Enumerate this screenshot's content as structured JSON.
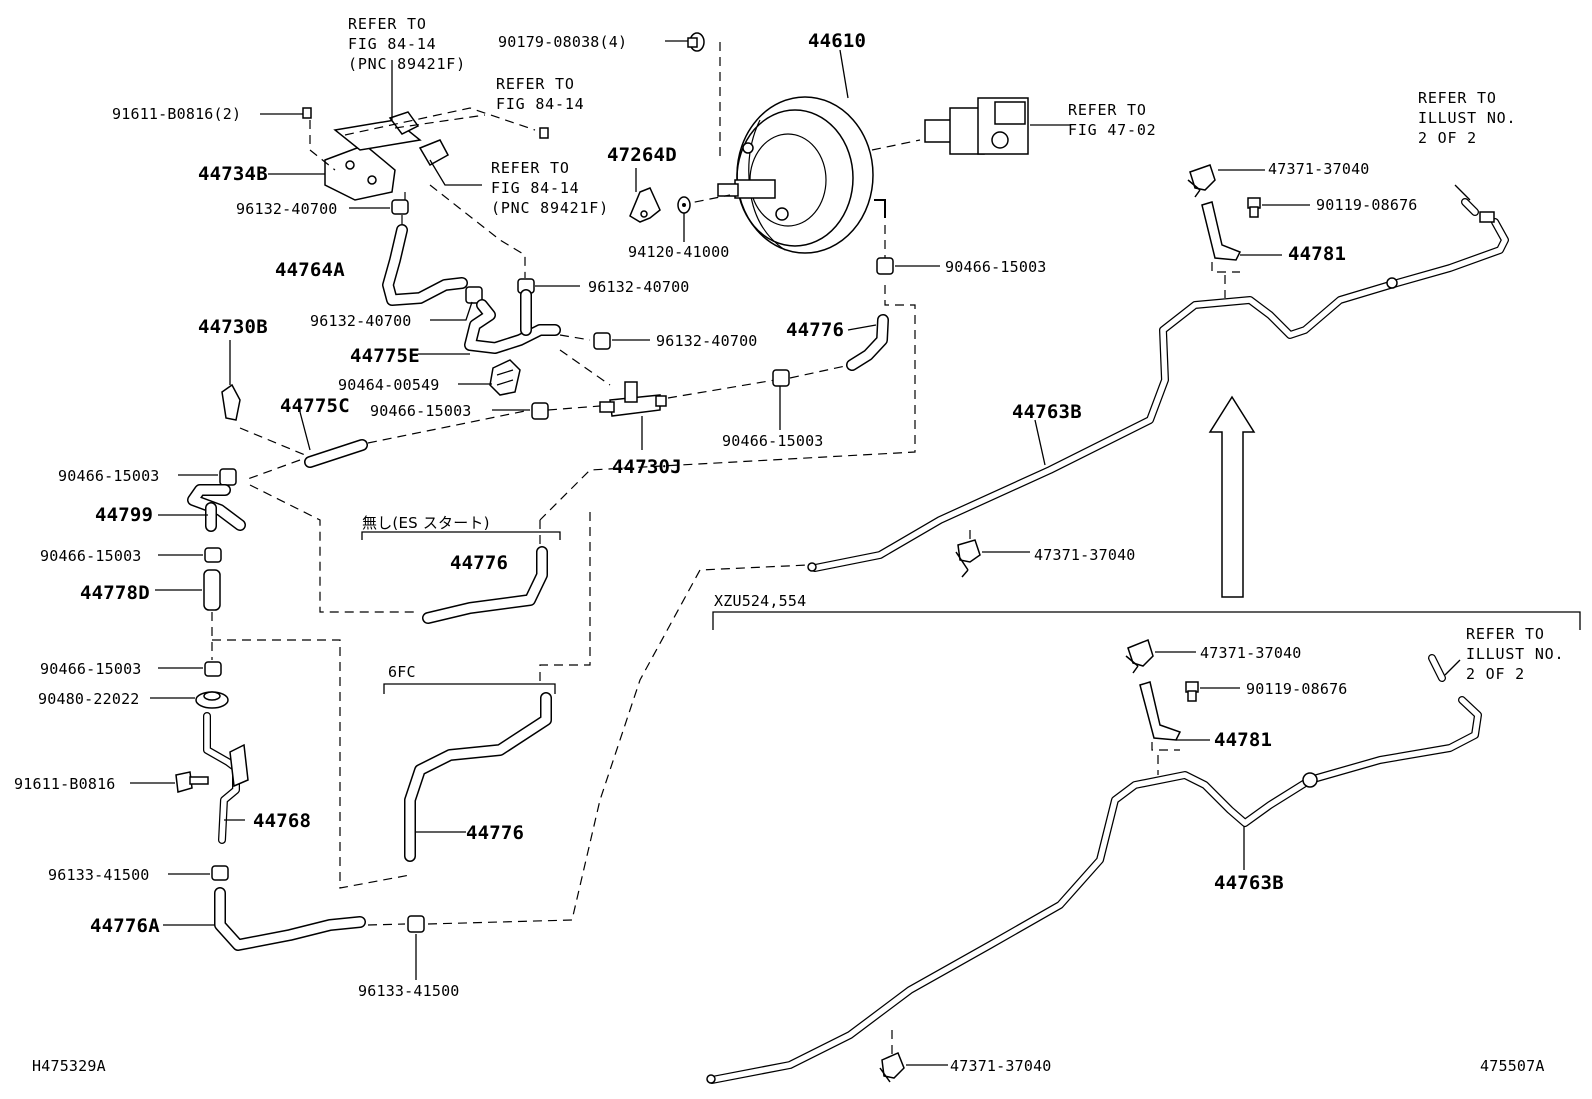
{
  "diagram_id": "H475329A",
  "diagram_id_right": "475507A",
  "labels": {
    "ref_84_14_pnc_a": "REFER TO",
    "ref_84_14_pnc_b": "FIG 84-14",
    "ref_84_14_pnc_c": "(PNC 89421F)",
    "ref_84_14_a": "REFER TO",
    "ref_84_14_b": "FIG 84-14",
    "ref_84_14_pnc2_a": "REFER TO",
    "ref_84_14_pnc2_b": "FIG 84-14",
    "ref_84_14_pnc2_c": "(PNC 89421F)",
    "ref_47_02_a": "REFER TO",
    "ref_47_02_b": "FIG 47-02",
    "ref_illust_a": "REFER TO",
    "ref_illust_b": "ILLUST NO.",
    "ref_illust_c": "2 OF 2",
    "ref_illust2_a": "REFER TO",
    "ref_illust2_b": "ILLUST NO.",
    "ref_illust2_c": "2 OF 2",
    "p90179": "90179-08038(4)",
    "p44610": "44610",
    "p91611a": "91611-B0816(2)",
    "p44734B": "44734B",
    "p96132_a": "96132-40700",
    "p47264D": "47264D",
    "p94120": "94120-41000",
    "p44764A": "44764A",
    "p96132_b": "96132-40700",
    "p96132_c": "96132-40700",
    "p96132_d": "96132-40700",
    "p90466_a": "90466-15003",
    "p44776_a": "44776",
    "p44730B": "44730B",
    "p44775E": "44775E",
    "p90464": "90464-00549",
    "p44775C": "44775C",
    "p90466_b": "90466-15003",
    "p90466_c": "90466-15003",
    "p44730J": "44730J",
    "p90466_d": "90466-15003",
    "p44799": "44799",
    "p90466_e": "90466-15003",
    "p44778D": "44778D",
    "p90466_f": "90466-15003",
    "p90480": "90480-22022",
    "p91611b": "91611-B0816",
    "p44768": "44768",
    "p96133_a": "96133-41500",
    "p44776A": "44776A",
    "p96133_b": "96133-41500",
    "nashi_es": "無し(ES スタート)",
    "p44776_b": "44776",
    "sixfc": "6FC",
    "p44776_c": "44776",
    "p47371_a": "47371-37040",
    "p90119_a": "90119-08676",
    "p44781_a": "44781",
    "p44763B_a": "44763B",
    "p47371_b": "47371-37040",
    "xzu": "XZU524,554",
    "p47371_c": "47371-37040",
    "p90119_b": "90119-08676",
    "p44781_b": "44781",
    "p44763B_b": "44763B",
    "p47371_d": "47371-37040"
  }
}
